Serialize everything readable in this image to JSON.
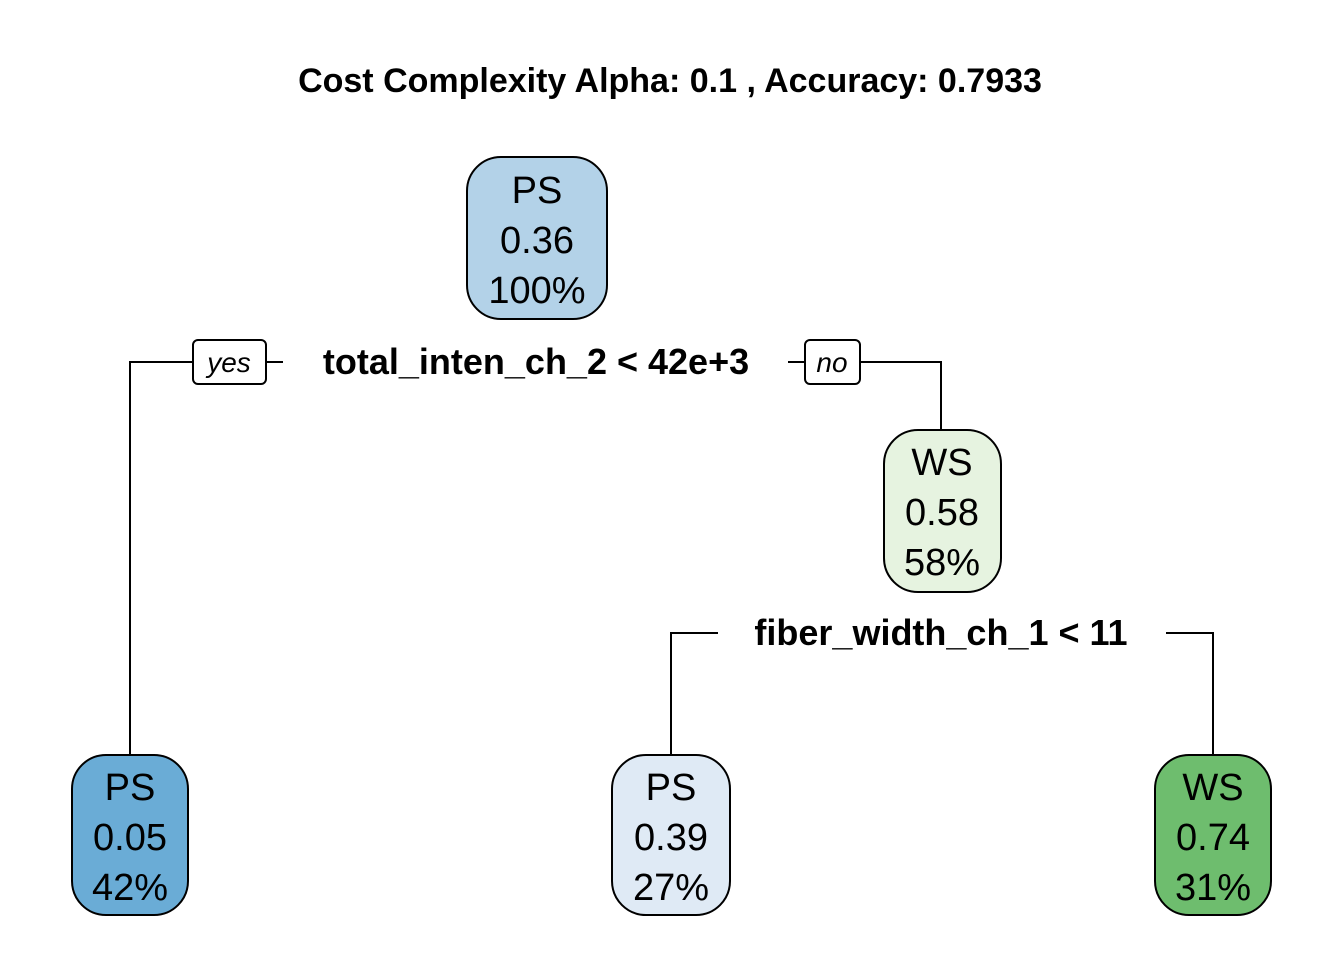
{
  "title": "Cost Complexity Alpha:  0.1 , Accuracy:  0.7933",
  "nodes": {
    "root": {
      "class": "PS",
      "prob": "0.36",
      "pct": "100%",
      "fill": "#b3d2e8"
    },
    "left": {
      "class": "PS",
      "prob": "0.05",
      "pct": "42%",
      "fill": "#6aacd6"
    },
    "right": {
      "class": "WS",
      "prob": "0.58",
      "pct": "58%",
      "fill": "#e6f3e0"
    },
    "right_left": {
      "class": "PS",
      "prob": "0.39",
      "pct": "27%",
      "fill": "#dfeaf5"
    },
    "right_right": {
      "class": "WS",
      "prob": "0.74",
      "pct": "31%",
      "fill": "#6ebd6e"
    }
  },
  "splits": {
    "root": "total_inten_ch_2 < 42e+3",
    "right": "fiber_width_ch_1 < 11"
  },
  "branch_labels": {
    "yes": "yes",
    "no": "no"
  }
}
